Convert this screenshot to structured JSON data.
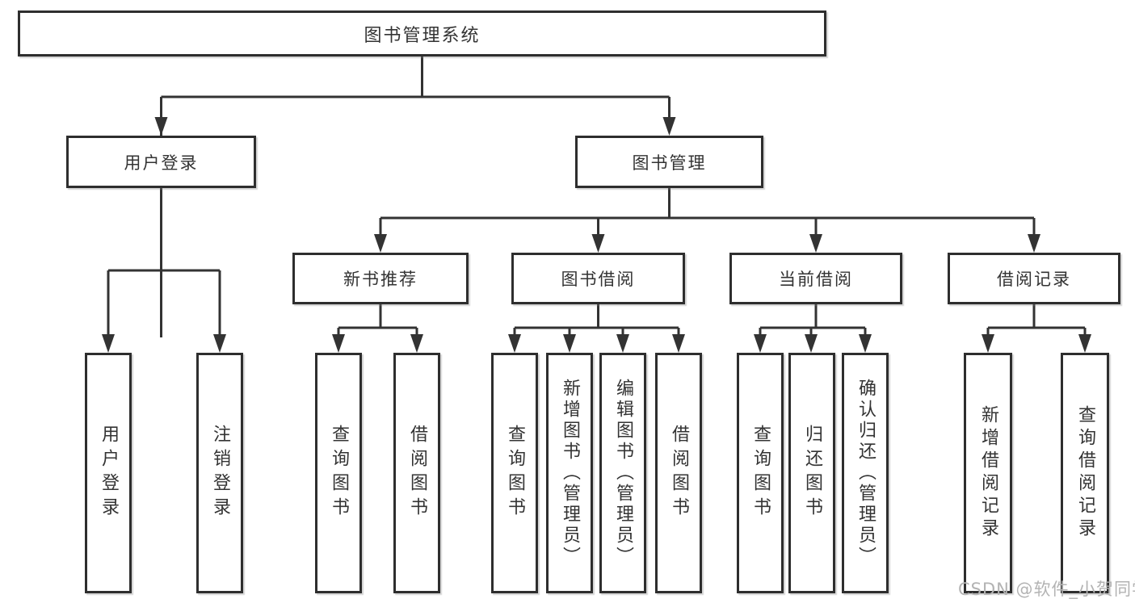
{
  "diagram": {
    "type": "hierarchy-structure-chart",
    "root": {
      "label": "图书管理系统"
    },
    "level2": {
      "user_login": {
        "label": "用户登录"
      },
      "book_mgmt": {
        "label": "图书管理"
      }
    },
    "level3": {
      "new_books": {
        "label": "新书推荐"
      },
      "book_borrow": {
        "label": "图书借阅"
      },
      "current_borrow": {
        "label": "当前借阅"
      },
      "borrow_records": {
        "label": "借阅记录"
      }
    },
    "leaves": {
      "user_login": [
        "用户登录",
        "注销登录"
      ],
      "new_books": [
        "查询图书",
        "借阅图书"
      ],
      "book_borrow": [
        "查询图书",
        "新增图书（管理员）",
        "编辑图书（管理员）",
        "借阅图书"
      ],
      "current_borrow": [
        "查询图书",
        "归还图书",
        "确认归还（管理员）"
      ],
      "borrow_records": [
        "新增借阅记录",
        "查询借阅记录"
      ]
    },
    "watermark": "CSDN @软件_小贺同学",
    "colors": {
      "line": "#333333",
      "box_border": "#2e2e2e",
      "text": "#333333",
      "watermark": "#b3b3b3",
      "background": "#ffffff"
    }
  }
}
